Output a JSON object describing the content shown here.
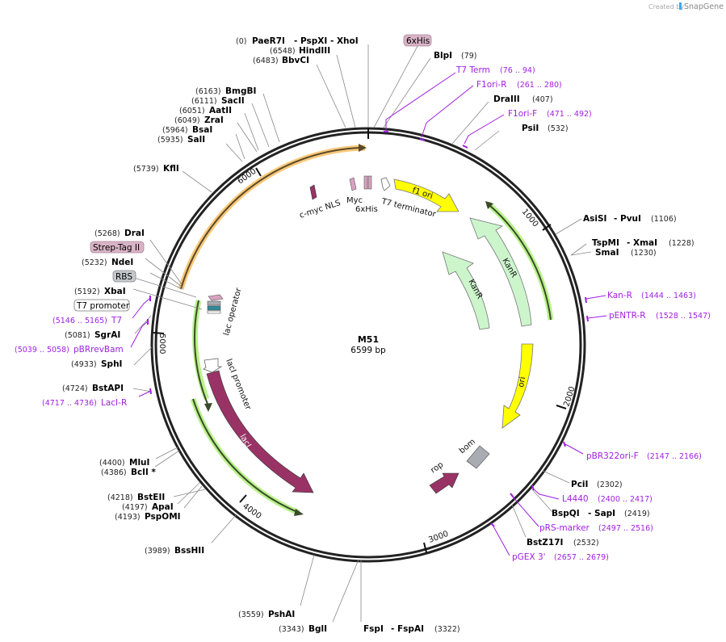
{
  "credit": {
    "text": "Created by",
    "brand": "SnapGene"
  },
  "plasmid": {
    "name": "M51",
    "length": "6599 bp"
  },
  "ticks": [
    "1000",
    "2000",
    "3000",
    "4000",
    "5000",
    "6000"
  ],
  "enzymes": [
    {
      "pos": "(0)",
      "name": "PaeR7I",
      "extra": "- PspXI   - XhoI"
    },
    {
      "pos": "(6548)",
      "name": "HindIII"
    },
    {
      "pos": "(6483)",
      "name": "BbvCI"
    },
    {
      "pos": "(79)",
      "name": "BlpI"
    },
    {
      "pos": "(407)",
      "name": "DraIII"
    },
    {
      "pos": "(532)",
      "name": "PsiI"
    },
    {
      "pos": "(1106)",
      "name": "AsiSI",
      "extra": "- PvuI"
    },
    {
      "pos": "(1228)",
      "name": "TspMI",
      "extra": "- XmaI"
    },
    {
      "pos": "(1230)",
      "name": "SmaI"
    },
    {
      "pos": "(2302)",
      "name": "PciI"
    },
    {
      "pos": "(2419)",
      "name": "BspQI",
      "extra": "- SapI"
    },
    {
      "pos": "(2532)",
      "name": "BstZ17I"
    },
    {
      "pos": "(3322)",
      "name": "FspI",
      "extra": "- FspAI"
    },
    {
      "pos": "(3343)",
      "name": "BglI"
    },
    {
      "pos": "(3559)",
      "name": "PshAI"
    },
    {
      "pos": "(3989)",
      "name": "BssHII"
    },
    {
      "pos": "(4193)",
      "name": "PspOMI"
    },
    {
      "pos": "(4197)",
      "name": "ApaI"
    },
    {
      "pos": "(4218)",
      "name": "BstEII"
    },
    {
      "pos": "(4386)",
      "name": "BclI *"
    },
    {
      "pos": "(4400)",
      "name": "MluI"
    },
    {
      "pos": "(4724)",
      "name": "BstAPI"
    },
    {
      "pos": "(4933)",
      "name": "SphI"
    },
    {
      "pos": "(5081)",
      "name": "SgrAI"
    },
    {
      "pos": "(5192)",
      "name": "XbaI"
    },
    {
      "pos": "(5232)",
      "name": "NdeI"
    },
    {
      "pos": "(5268)",
      "name": "DraI"
    },
    {
      "pos": "(5739)",
      "name": "KflI"
    },
    {
      "pos": "(5935)",
      "name": "SalI"
    },
    {
      "pos": "(5964)",
      "name": "BsaI"
    },
    {
      "pos": "(6049)",
      "name": "ZraI"
    },
    {
      "pos": "(6051)",
      "name": "AatII"
    },
    {
      "pos": "(6111)",
      "name": "SacII"
    },
    {
      "pos": "(6163)",
      "name": "BmgBI"
    }
  ],
  "primers": [
    {
      "name": "T7 Term",
      "range": "(76 .. 94)"
    },
    {
      "name": "F1ori-R",
      "range": "(261 .. 280)"
    },
    {
      "name": "F1ori-F",
      "range": "(471 .. 492)"
    },
    {
      "name": "Kan-R",
      "range": "(1444 .. 1463)"
    },
    {
      "name": "pENTR-R",
      "range": "(1528 .. 1547)"
    },
    {
      "name": "pBR322ori-F",
      "range": "(2147 .. 2166)"
    },
    {
      "name": "L4440",
      "range": "(2400 .. 2417)"
    },
    {
      "name": "pRS-marker",
      "range": "(2497 .. 2516)"
    },
    {
      "name": "pGEX 3'",
      "range": "(2657 .. 2679)"
    },
    {
      "name": "LacI-R",
      "range": "(4717 .. 4736)"
    },
    {
      "name": "pBRrevBam",
      "range": "(5039 .. 5058)"
    },
    {
      "name": "T7",
      "range": "(5146 .. 5165)"
    }
  ],
  "boxed_features": [
    {
      "name": "6xHis",
      "color": "#d9b3c6"
    },
    {
      "name": "Strep-Tag II",
      "color": "#d9b3c6"
    },
    {
      "name": "RBS",
      "color": "#c4c8cc"
    },
    {
      "name": "T7 promoter",
      "color": "#ffffff"
    }
  ],
  "features": [
    {
      "name": "f1 ori",
      "color": "#ffff00"
    },
    {
      "name": "KanR",
      "color": "#ccf5cc"
    },
    {
      "name": "KanR",
      "color": "#ccf5cc"
    },
    {
      "name": "ori",
      "color": "#ffff00"
    },
    {
      "name": "bom",
      "color": "#a9adb3"
    },
    {
      "name": "rop",
      "color": "#993366"
    },
    {
      "name": "lacI",
      "color": "#993366"
    },
    {
      "name": "lacI promoter",
      "color": "#ffffff"
    },
    {
      "name": "lac operator",
      "color": "#ffffff"
    },
    {
      "name": "c-myc NLS",
      "color": "#993366"
    },
    {
      "name": "Myc",
      "color": "#d9a3c0"
    },
    {
      "name": "6xHis",
      "color": "#d9a3c0"
    },
    {
      "name": "T7 terminator",
      "color": "#ffffff"
    }
  ],
  "colors": {
    "backbone": "#222222",
    "primer": "#a020e0",
    "orf_orange": "#f9c97a",
    "orf_green": "#b9f28a"
  }
}
